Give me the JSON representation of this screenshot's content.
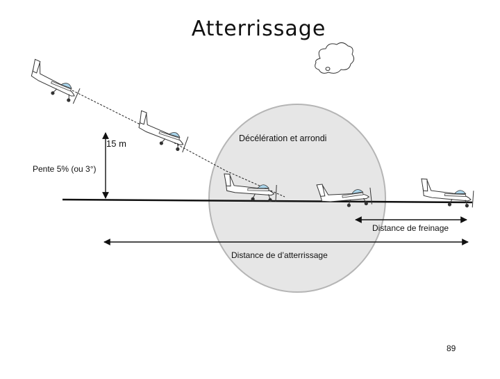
{
  "title": "Atterrissage",
  "labels": {
    "height": "15 m",
    "slope": "Pente 5% (ou 3°)",
    "flare": "Décélération et arrondi",
    "braking_distance": "Distance de freinage",
    "landing_distance": "Distance de d’atterrissage"
  },
  "page_number": "89",
  "colors": {
    "ink": "#111111",
    "ellipse_fill": "#e6e6e6",
    "ellipse_stroke": "#b5b5b5",
    "canopy": "#a9d4ea"
  },
  "icons": [
    "airplane-icon",
    "cloud-icon"
  ]
}
